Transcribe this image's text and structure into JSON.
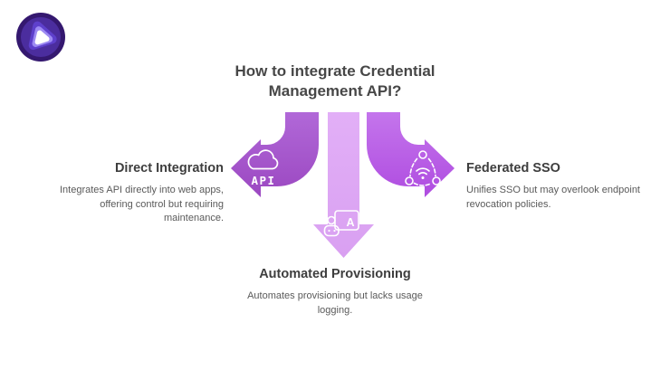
{
  "title": "How to integrate Credential Management API?",
  "branches": [
    {
      "heading": "Direct Integration",
      "description": "Integrates API directly into web apps, offering control but requiring maintenance.",
      "icon": "cloud-api-icon"
    },
    {
      "heading": "Automated Provisioning",
      "description": "Automates provisioning but lacks usage logging.",
      "icon": "robot-card-icon"
    },
    {
      "heading": "Federated SSO",
      "description": "Unifies SSO but may overlook endpoint revocation policies.",
      "icon": "network-wifi-icon"
    }
  ],
  "icon_labels": {
    "api": "API",
    "card_letter": "A"
  },
  "colors": {
    "arrow_left_top": "#B168D8",
    "arrow_left_bottom": "#9B48C1",
    "arrow_mid_top": "#E2AFF7",
    "arrow_mid_bottom": "#D9A0F1",
    "arrow_right_top": "#C475EC",
    "arrow_right_bottom": "#AF4CE0",
    "icon_stroke": "#FFFFFF",
    "title_text": "#474747",
    "heading_text": "#3E3E3E",
    "body_text": "#5A5A5A",
    "logo_outer": "#34186F",
    "logo_ring": "#4B2D9E",
    "logo_blob": "#5E40CC",
    "logo_blob_light": "#9D8AF3",
    "logo_center": "#FFFFFF"
  }
}
